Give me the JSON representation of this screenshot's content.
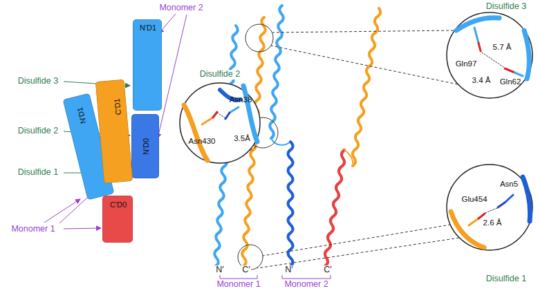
{
  "diagram": {
    "nodes": [
      {
        "text": [
          "N'D1"
        ]
      },
      {
        "text": [
          "C'D1"
        ]
      },
      {
        "text": [
          "N'D1"
        ]
      },
      {
        "text": [
          "N'D0"
        ]
      },
      {
        "text": [
          "C'D0"
        ]
      },
      {
        "text": [
          "Asn38",
          "Asn430",
          "3.5Å"
        ]
      },
      {
        "text": [
          "5.7 Å",
          "Gln97",
          "3.4 Å",
          "Gln62"
        ]
      },
      {
        "text": [
          "Glu454",
          "Asn5",
          "2.6 Å"
        ]
      }
    ],
    "labels": [
      "Monomer 2",
      "Disulfide 3",
      "Disulfide 2",
      "Disulfide 1",
      "Monomer 1",
      "Disulfide 2",
      "Disulfide 3",
      "Disulfide 1",
      "N′",
      "C′",
      "N′",
      "C′",
      "Monomer 1",
      "Monomer 2"
    ]
  }
}
